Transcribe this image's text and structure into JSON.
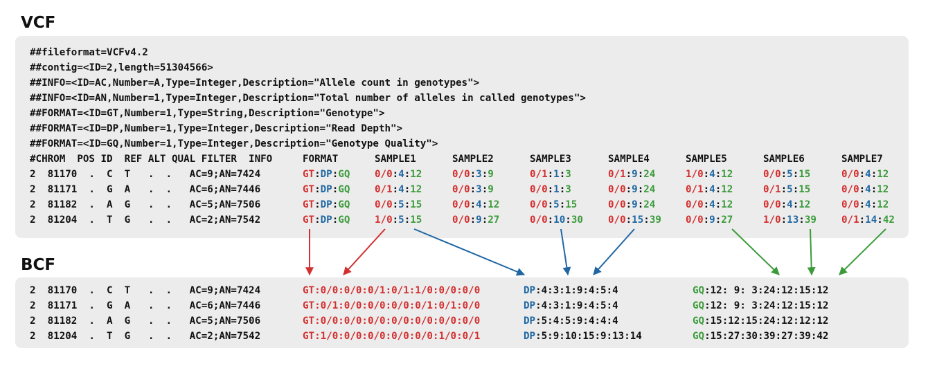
{
  "vcf_title": "VCF",
  "bcf_title": "BCF",
  "meta_lines": [
    "##fileformat=VCFv4.2",
    "##contig=<ID=2,length=51304566>",
    "##INFO=<ID=AC,Number=A,Type=Integer,Description=\"Allele count in genotypes\">",
    "##INFO=<ID=AN,Number=1,Type=Integer,Description=\"Total number of alleles in called genotypes\">",
    "##FORMAT=<ID=GT,Number=1,Type=String,Description=\"Genotype\">",
    "##FORMAT=<ID=DP,Number=1,Type=Integer,Description=\"Read Depth\">",
    "##FORMAT=<ID=GQ,Number=1,Type=Integer,Description=\"Genotype Quality\">"
  ],
  "vcf_header": {
    "fixed": "#CHROM  POS ID  REF ALT QUAL FILTER  INFO",
    "format": "FORMAT",
    "samples": [
      "SAMPLE1",
      "SAMPLE2",
      "SAMPLE3",
      "SAMPLE4",
      "SAMPLE5",
      "SAMPLE6",
      "SAMPLE7"
    ]
  },
  "sep": ":",
  "format_keys": [
    "GT",
    "DP",
    "GQ"
  ],
  "vcf_rows": [
    {
      "fixed": "2  81170  .  C  T   .  .   AC=9;AN=7424",
      "samples": [
        [
          "0/0",
          "4",
          "12"
        ],
        [
          "0/0",
          "3",
          "9"
        ],
        [
          "0/1",
          "1",
          "3"
        ],
        [
          "0/1",
          "9",
          "24"
        ],
        [
          "1/0",
          "4",
          "12"
        ],
        [
          "0/0",
          "5",
          "15"
        ],
        [
          "0/0",
          "4",
          "12"
        ]
      ]
    },
    {
      "fixed": "2  81171  .  G  A   .  .   AC=6;AN=7446",
      "samples": [
        [
          "0/1",
          "4",
          "12"
        ],
        [
          "0/0",
          "3",
          "9"
        ],
        [
          "0/0",
          "1",
          "3"
        ],
        [
          "0/0",
          "9",
          "24"
        ],
        [
          "0/1",
          "4",
          "12"
        ],
        [
          "0/1",
          "5",
          "15"
        ],
        [
          "0/0",
          "4",
          "12"
        ]
      ]
    },
    {
      "fixed": "2  81182  .  A  G   .  .   AC=5;AN=7506",
      "samples": [
        [
          "0/0",
          "5",
          "15"
        ],
        [
          "0/0",
          "4",
          "12"
        ],
        [
          "0/0",
          "5",
          "15"
        ],
        [
          "0/0",
          "9",
          "24"
        ],
        [
          "0/0",
          "4",
          "12"
        ],
        [
          "0/0",
          "4",
          "12"
        ],
        [
          "0/0",
          "4",
          "12"
        ]
      ]
    },
    {
      "fixed": "2  81204  .  T  G   .  .   AC=2;AN=7542",
      "samples": [
        [
          "1/0",
          "5",
          "15"
        ],
        [
          "0/0",
          "9",
          "27"
        ],
        [
          "0/0",
          "10",
          "30"
        ],
        [
          "0/0",
          "15",
          "39"
        ],
        [
          "0/0",
          "9",
          "27"
        ],
        [
          "1/0",
          "13",
          "39"
        ],
        [
          "0/1",
          "14",
          "42"
        ]
      ]
    }
  ],
  "bcf_rows": [
    {
      "fixed": "2  81170  .  C  T   .  .   AC=9;AN=7424",
      "gt": "0/0:0/0:0/1:0/1:1/0:0/0:0/0",
      "dp": "4:3:1:9:4:5:4",
      "gq": "12: 9: 3:24:12:15:12"
    },
    {
      "fixed": "2  81171  .  G  A   .  .   AC=6;AN=7446",
      "gt": "0/1:0/0:0/0:0/0:0/1:0/1:0/0",
      "dp": "4:3:1:9:4:5:4",
      "gq": "12: 9: 3:24:12:15:12"
    },
    {
      "fixed": "2  81182  .  A  G   .  .   AC=5;AN=7506",
      "gt": "0/0:0/0:0/0:0/0:0/0:0/0:0/0",
      "dp": "5:4:5:9:4:4:4",
      "gq": "15:12:15:24:12:12:12"
    },
    {
      "fixed": "2  81204  .  T  G   .  .   AC=2;AN=7542",
      "gt": "1/0:0/0:0/0:0/0:0/0:1/0:0/1",
      "dp": "5:9:10:15:9:13:14",
      "gq": "15:27:30:39:27:39:42"
    }
  ],
  "colors": {
    "gt": "#d32f2f",
    "dp": "#1f67a3",
    "gq": "#3b9b3b",
    "panel": "#ececec"
  }
}
